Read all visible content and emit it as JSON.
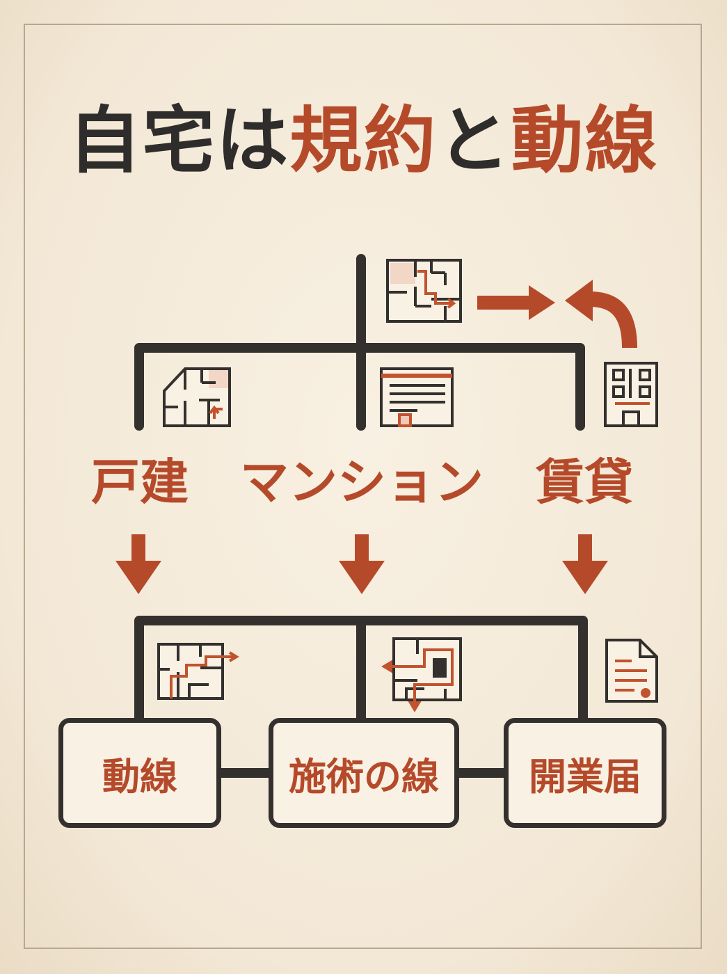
{
  "title": {
    "part1": "自宅は",
    "part2": "規約",
    "part3": "と",
    "part4": "動線"
  },
  "categories": [
    {
      "label": "戸建",
      "icon": "house-floorplan-icon"
    },
    {
      "label": "マンション",
      "icon": "apartment-building-icon"
    },
    {
      "label": "賃貸",
      "icon": "rental-building-icon"
    }
  ],
  "outcomes": [
    {
      "label": "動線",
      "icon": "floorplan-route-icon"
    },
    {
      "label": "施術の線",
      "icon": "treatment-route-icon"
    },
    {
      "label": "開業届",
      "icon": "document-icon"
    }
  ],
  "colors": {
    "accent": "#b54a2a",
    "ink": "#33302e",
    "background": "#f4ead9"
  }
}
